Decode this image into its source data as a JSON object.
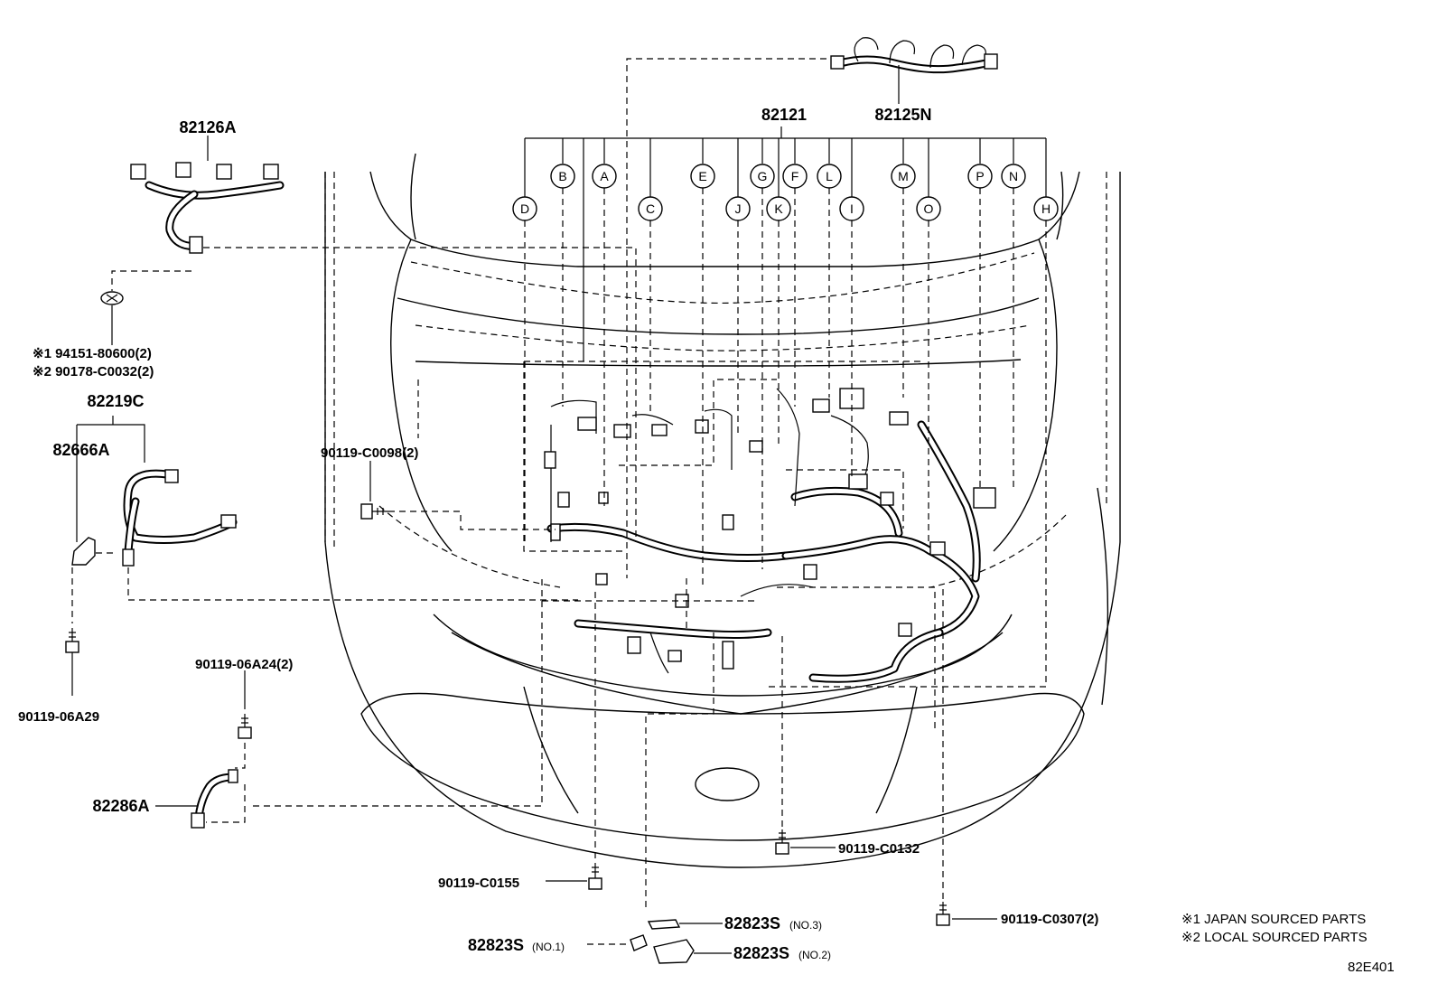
{
  "diagram": {
    "title": "",
    "figure_code": "82E401",
    "callouts": {
      "c82126A": "82126A",
      "c82125N": "82125N",
      "c82121": "82121",
      "c82219C": "82219C",
      "c82666A": "82666A",
      "c82286A": "82286A",
      "f94151a": "※1 94151-80600(2)",
      "f90178": "※2 90178-C0032(2)",
      "f90119_c0098": "90119-C0098(2)",
      "f90119_06a24": "90119-06A24(2)",
      "f90119_06a29": "90119-06A29",
      "f90119_c0155": "90119-C0155",
      "f90119_c0132": "90119-C0132",
      "f90119_c0307": "90119-C0307(2)",
      "b82823s_1": "82823S",
      "b82823s_1_sub": "(NO.1)",
      "b82823s_2": "82823S",
      "b82823s_2_sub": "(NO.2)",
      "b82823s_3": "82823S",
      "b82823s_3_sub": "(NO.3)"
    },
    "connector_letters": {
      "A": "A",
      "B": "B",
      "C": "C",
      "D": "D",
      "E": "E",
      "F": "F",
      "G": "G",
      "H": "H",
      "I": "I",
      "J": "J",
      "K": "K",
      "L": "L",
      "M": "M",
      "N": "N",
      "O": "O",
      "P": "P"
    },
    "notes": {
      "note1": "※1 JAPAN SOURCED PARTS",
      "note2": "※2 LOCAL SOURCED PARTS"
    }
  }
}
